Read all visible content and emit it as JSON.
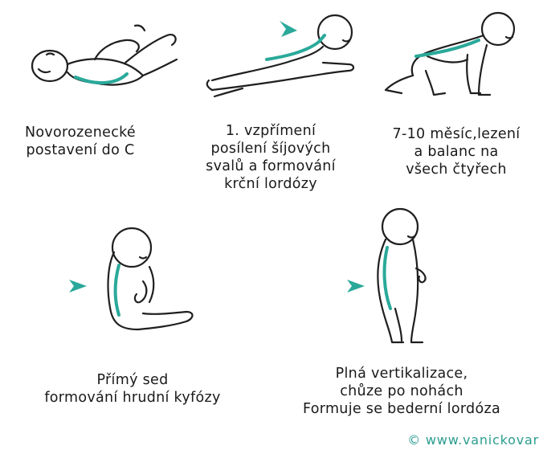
{
  "colors": {
    "accent": "#2aa99a",
    "line": "#1f1f1f",
    "background": "#ffffff"
  },
  "stages": [
    {
      "id": "newborn",
      "caption": [
        "Novorozenecké",
        "postavení do C"
      ]
    },
    {
      "id": "prone",
      "caption": [
        "1. vzpřímení",
        "posílení šíjových",
        "svalů a formování",
        "krční lordózy"
      ]
    },
    {
      "id": "crawling",
      "caption": [
        "7-10 měsíc,lezení",
        "a balanc na",
        "všech čtyřech"
      ]
    },
    {
      "id": "sitting",
      "caption": [
        "Přímý sed",
        "formování hrudní kyfózy"
      ]
    },
    {
      "id": "standing",
      "caption": [
        "Plná vertikalizace,",
        "chůze po nohách",
        "Formuje se bederní lordóza"
      ]
    }
  ],
  "watermark": "© www.vanickovar"
}
